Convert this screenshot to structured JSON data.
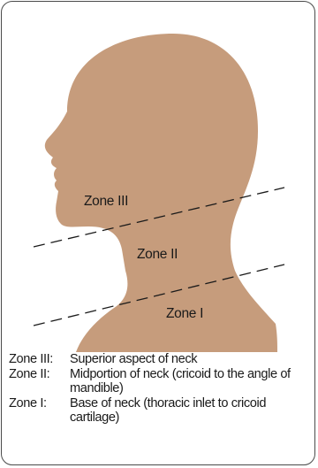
{
  "figure": {
    "zones": [
      {
        "name": "Zone III"
      },
      {
        "name": "Zone II"
      },
      {
        "name": "Zone I"
      }
    ]
  },
  "legend": [
    {
      "term": "Zone III:",
      "description": "Superior aspect of neck"
    },
    {
      "term": "Zone II:",
      "description": "Midportion of neck (cricoid to the angle of mandible)"
    },
    {
      "term": "Zone I:",
      "description": "Base of neck (thoracic inlet to cricoid cartilage)"
    }
  ],
  "colors": {
    "silhouette": "#c69c7c",
    "border": "#4a4a4a",
    "dash_line": "#1a1a1a",
    "text": "#1a1a1a"
  }
}
